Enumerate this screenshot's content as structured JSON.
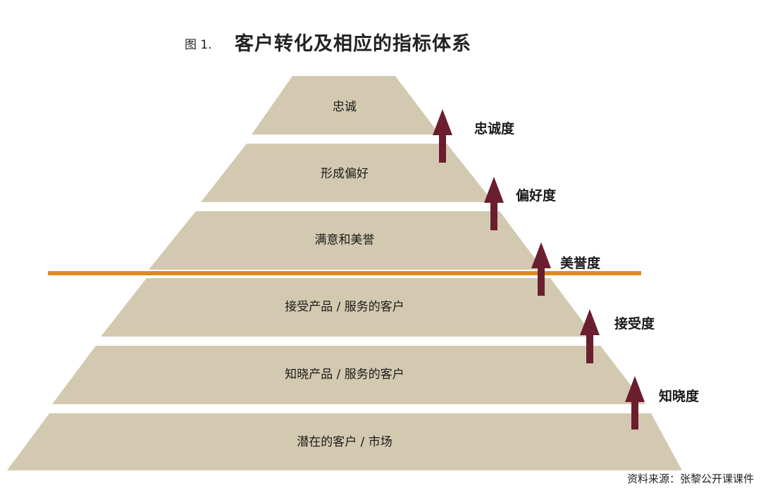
{
  "title": {
    "prefix": "图 1.",
    "text": "客户转化及相应的指标体系"
  },
  "tiers": [
    {
      "label": "忠诚"
    },
    {
      "label": "形成偏好"
    },
    {
      "label": "满意和美誉"
    },
    {
      "label": "接受产品 / 服务的客户"
    },
    {
      "label": "知晓产品 / 服务的客户"
    },
    {
      "label": "潜在的客户 / 市场"
    }
  ],
  "metrics": [
    {
      "label": "忠诚度"
    },
    {
      "label": "偏好度"
    },
    {
      "label": "美誉度"
    },
    {
      "label": "接受度"
    },
    {
      "label": "知晓度"
    }
  ],
  "source": "资料来源：张黎公开课课件",
  "colors": {
    "tier_fill": "#d3c9b0",
    "arrow": "#6b1e2e",
    "divider": "#e08a1e"
  }
}
